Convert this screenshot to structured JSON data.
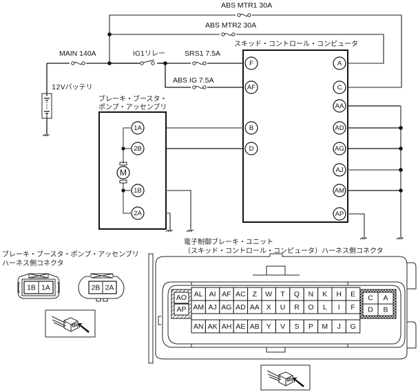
{
  "fuses": {
    "main": "MAIN 140A",
    "abs_mtr1": "ABS MTR1 30A",
    "abs_mtr2": "ABS MTR2 30A",
    "srs1": "SRS1 7.5A",
    "abs_ig": "ABS IG 7.5A"
  },
  "relay": {
    "ig1": "IG1リレー"
  },
  "battery": {
    "label": "12Vバッテリ"
  },
  "skid_computer": {
    "title": "スキッド・コントロール・コンピュータ",
    "left_pins": [
      "F",
      "AF",
      "B",
      "D"
    ],
    "right_pins": [
      "A",
      "C",
      "AA",
      "AD",
      "AG",
      "AJ",
      "AM",
      "AP"
    ]
  },
  "booster_pump": {
    "title_line1": "ブレーキ・ブースタ・",
    "title_line2": "ポンプ・アッセンブリ",
    "pins": [
      "1A",
      "2B",
      "1B",
      "2A"
    ],
    "motor": "M"
  },
  "booster_connector": {
    "title_line1": "ブレーキ・ブースタ・ポンプ・アッセンブリ",
    "title_line2": "ハーネス側コネクタ",
    "connector1": [
      "1B",
      "1A"
    ],
    "connector2": [
      "2B",
      "2A"
    ]
  },
  "ecu_connector": {
    "title_line1": "電子制御ブレーキ・ユニット",
    "title_line2": "（スキッド・コントロール・コンピュータ）ハーネス側コネクタ",
    "left_block": [
      "AO",
      "AP"
    ],
    "row1": [
      "AL",
      "AI",
      "AF",
      "AC",
      "Z",
      "W",
      "T",
      "Q",
      "N",
      "K",
      "H",
      "E"
    ],
    "row2": [
      "AM",
      "AJ",
      "AG",
      "AD",
      "AA",
      "X",
      "U",
      "R",
      "O",
      "L",
      "I",
      "F"
    ],
    "row3": [
      "AN",
      "AK",
      "AH",
      "AE",
      "AB",
      "Y",
      "V",
      "S",
      "P",
      "M",
      "J",
      "G"
    ],
    "right_block": [
      [
        "C",
        "A"
      ],
      [
        "D",
        "B"
      ]
    ]
  },
  "colors": {
    "wire": "#111111",
    "wire_power": "#666666"
  }
}
